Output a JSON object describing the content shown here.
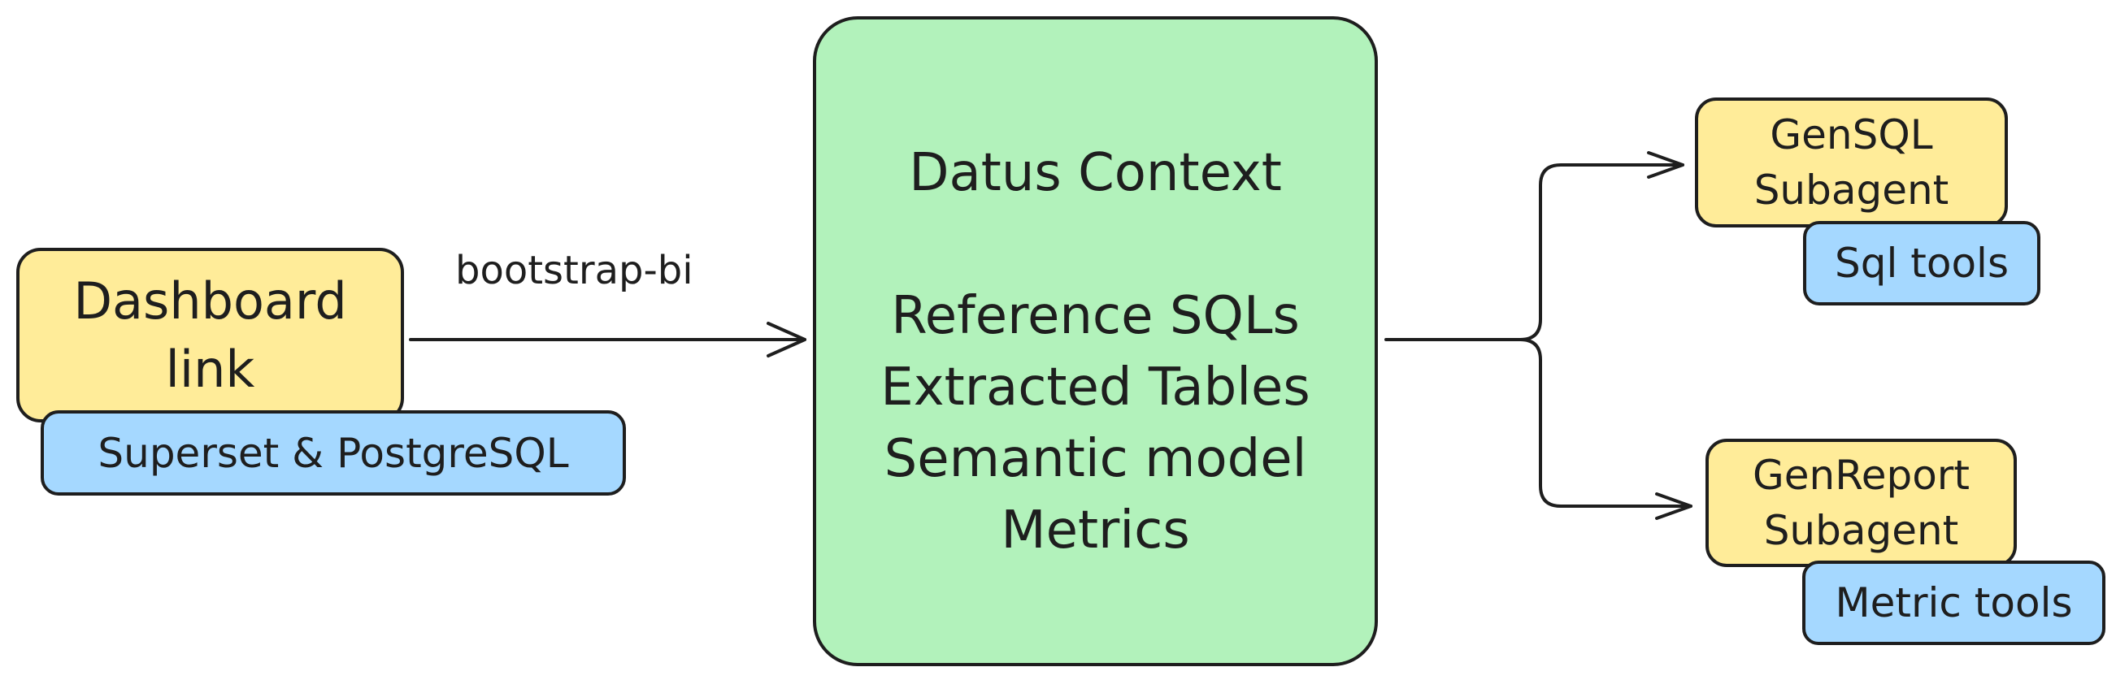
{
  "nodes": {
    "dashboard": {
      "lines": [
        "Dashboard",
        "link"
      ]
    },
    "superset": {
      "label": "Superset & PostgreSQL"
    },
    "context": {
      "title": "Datus Context",
      "items": [
        "Reference SQLs",
        "Extracted Tables",
        "Semantic model",
        "Metrics"
      ]
    },
    "gensql": {
      "lines": [
        "GenSQL",
        "Subagent"
      ]
    },
    "sql_tools": {
      "label": "Sql tools"
    },
    "genreport": {
      "lines": [
        "GenReport",
        "Subagent"
      ]
    },
    "metric_tools": {
      "label": "Metric tools"
    }
  },
  "edges": {
    "bootstrap_label": "bootstrap-bi"
  },
  "colors": {
    "yellow": "#ffec99",
    "blue": "#a5d8ff",
    "green": "#b2f2bb",
    "stroke": "#1e1e1e"
  }
}
